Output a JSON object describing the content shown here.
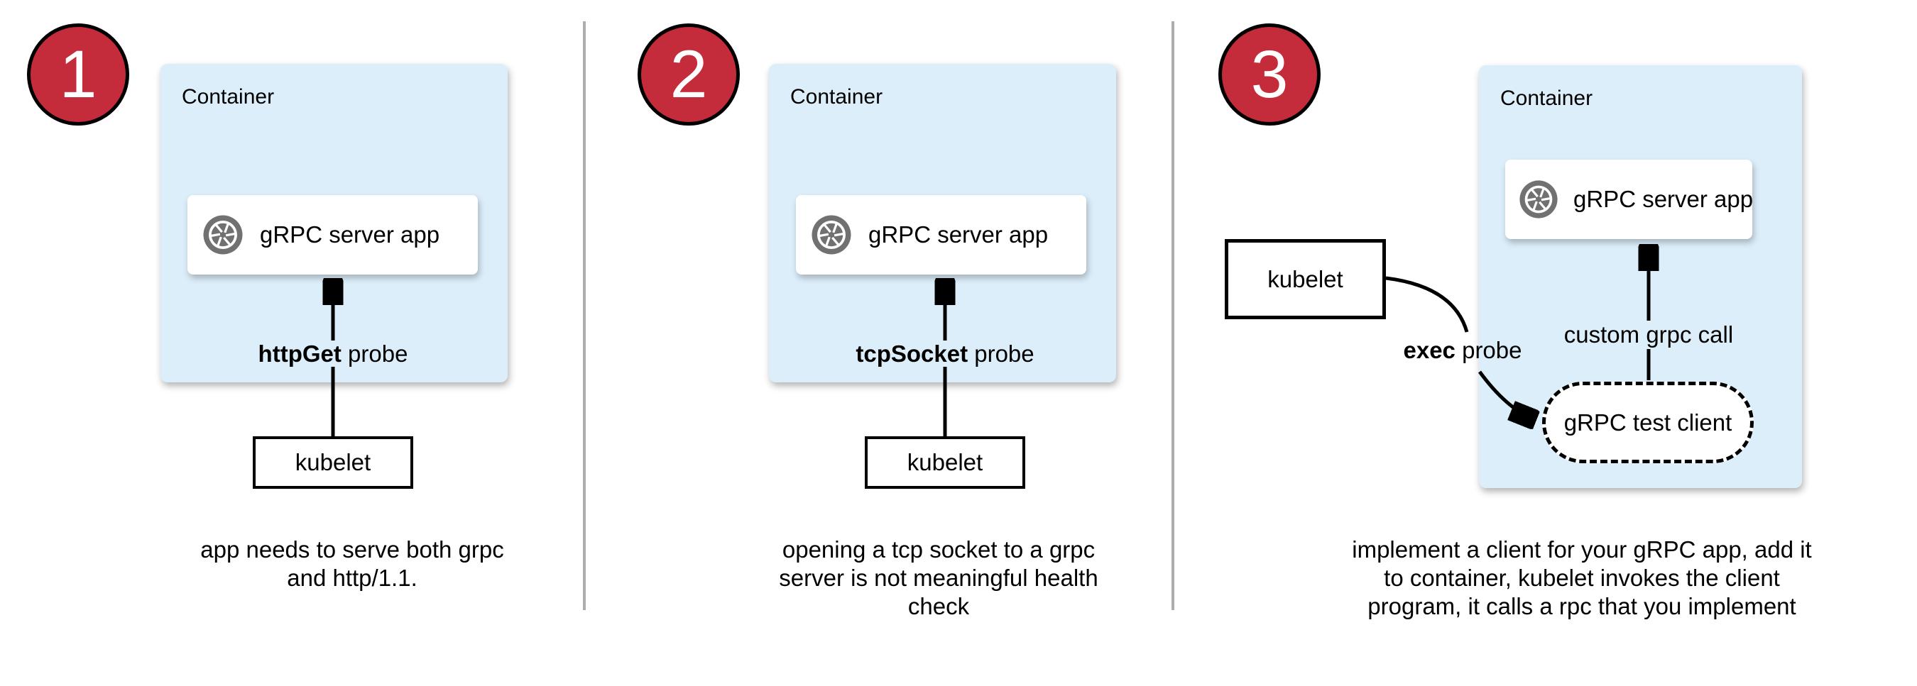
{
  "colors": {
    "container_bg": "#dceefa",
    "badge_bg": "#c42b3b",
    "icon_gray": "#717171",
    "divider": "#adadad",
    "text": "#000000"
  },
  "panels": [
    {
      "badge": "1",
      "container_label": "Container",
      "app_label": "gRPC server app",
      "probe_bold": "httpGet",
      "probe_rest": " probe",
      "kubelet_label": "kubelet",
      "caption_lines": [
        "app needs to serve both grpc",
        "and http/1.1."
      ]
    },
    {
      "badge": "2",
      "container_label": "Container",
      "app_label": "gRPC server app",
      "probe_bold": "tcpSocket",
      "probe_rest": " probe",
      "kubelet_label": "kubelet",
      "caption_lines": [
        "opening a tcp socket to a grpc",
        "server is not meaningful health",
        "check"
      ]
    },
    {
      "badge": "3",
      "container_label": "Container",
      "app_label": "gRPC server app",
      "kubelet_label": "kubelet",
      "exec_bold": "exec",
      "exec_rest": " probe",
      "call_label": "custom grpc call",
      "test_client_label": "gRPC test client",
      "caption_lines": [
        "implement a client for your gRPC app, add it",
        "to container, kubelet invokes the client",
        "program, it calls a rpc that you implement"
      ]
    }
  ]
}
